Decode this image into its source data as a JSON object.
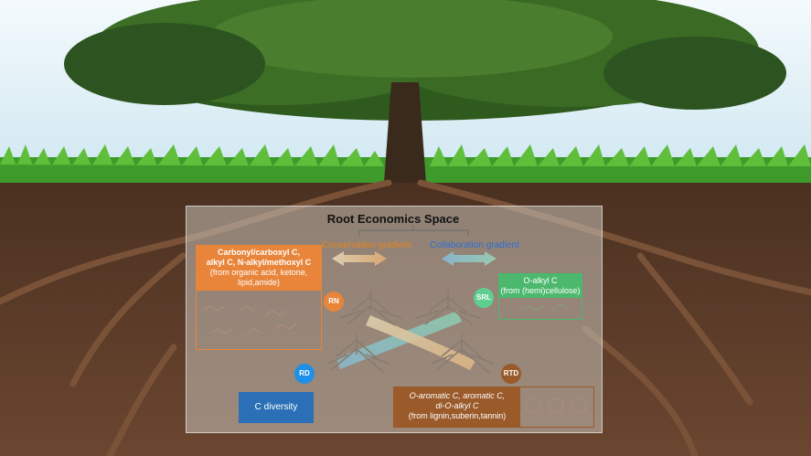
{
  "title": "Root Economics Space",
  "gradients": {
    "conservation": "Conservation gradient",
    "collaboration": "Collaboration gradient"
  },
  "boxes": {
    "carbonyl": {
      "line1": "Carbonyl/carboxyl C,",
      "line2": "alkyl C, N-alkyl/methoxyl C",
      "line3": "(from organic acid, ketone,",
      "line4": "lipid,amide)"
    },
    "oalkyl": {
      "line1": "O-alkyl C",
      "line2": "(from (hemi)cellulose)"
    },
    "aromatic": {
      "line1": "O-aromatic C, aromatic C,",
      "line2": "di-O-alkyl C",
      "line3": "(from lignin,suberin,tannin)"
    },
    "cdiversity": "C diversity"
  },
  "badges": {
    "rn": "RN",
    "srl": "SRL",
    "rd": "RD",
    "rtd": "RTD"
  },
  "colors": {
    "orange": "#e8853a",
    "green": "#4cb86e",
    "blue": "#2b6fb6",
    "brown": "#9a5a2a",
    "sky": "#dff0f7",
    "soil": "#5a3a26"
  }
}
